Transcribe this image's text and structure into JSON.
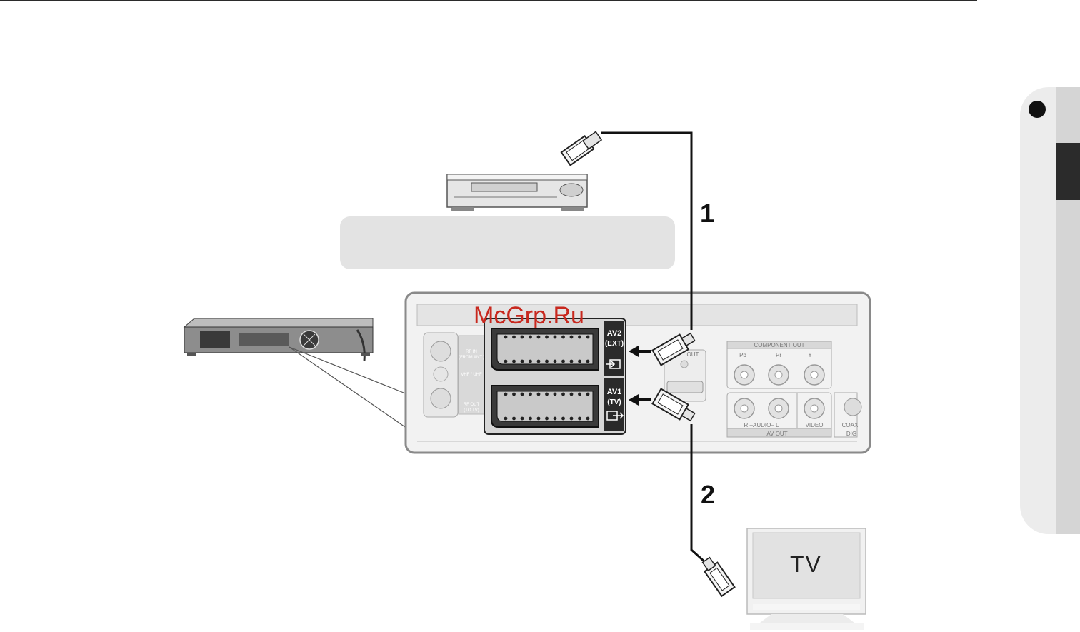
{
  "page": {
    "step_labels": [
      "1",
      "2"
    ],
    "watermark": "McGrp.Ru"
  },
  "rear_panel": {
    "scart_av2_line1": "AV2",
    "scart_av2_line2": "(EXT)",
    "scart_av1_line1": "AV1",
    "scart_av1_line2": "(TV)",
    "rf_in_line1": "RF IN",
    "rf_in_line2": "(FROM ANT.)",
    "vhf_uhf": "VHF / UHF",
    "rf_out_line1": "RF OUT",
    "rf_out_line2": "(TO TV)",
    "hdmi_out": "OUT",
    "component_out": "COMPONENT OUT",
    "component_pb": "Pb",
    "component_pr": "Pr",
    "component_y": "Y",
    "audio": "R –AUDIO– L",
    "video": "VIDEO",
    "av_out": "AV OUT",
    "coax": "COAX",
    "digital": "DIG"
  },
  "tv": {
    "label": "TV"
  },
  "colors": {
    "cable": "#111111",
    "panel_fill": "#f2f2f2",
    "panel_border": "#8a8a8a",
    "scart_bg": "#2a2a2a",
    "watermark": "#c8281e",
    "side_tab": "#ececec"
  },
  "icons": [
    "vcr-device",
    "dvd-recorder-device",
    "television-device",
    "scart-plug",
    "scart-socket",
    "rca-jack",
    "arrow-left",
    "input-arrow-icon",
    "output-arrow-icon"
  ]
}
